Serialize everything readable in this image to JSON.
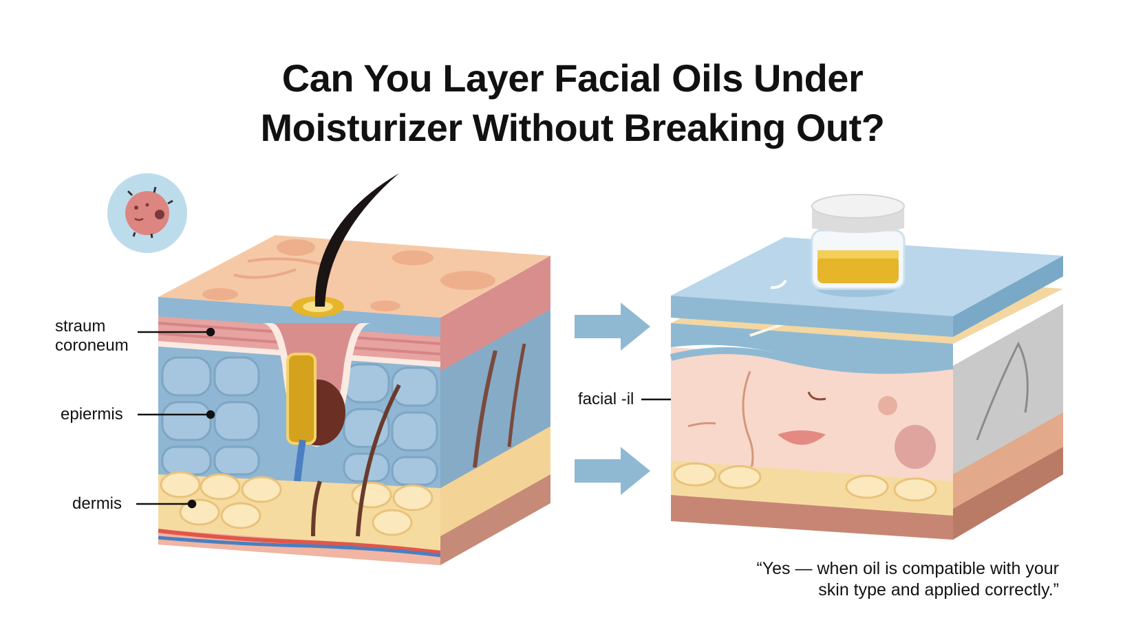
{
  "title": {
    "line1": "Can You Layer Facial Oils Under",
    "line2": "Moisturizer Without Breaking Out?"
  },
  "left_labels": {
    "stratum_line1": "straum",
    "stratum_line2": "coroneum",
    "epidermis": "epiermis",
    "dermis": "dermis"
  },
  "right_labels": {
    "facial_oil": "facial -il"
  },
  "quote": {
    "line1": "“Yes — when oil is compatible with your",
    "line2": "skin type and applied correctly.”"
  },
  "colors": {
    "skin_top": "#f5c9a6",
    "stratum_pink": "#e79a9a",
    "epidermis_blue": "#8fb6d2",
    "fat_yellow": "#f6dba0",
    "arrow_blue": "#8fb9d3",
    "oil_gold": "#e6b52a",
    "moisturizer_blue": "#b9d6ea"
  },
  "icons": [
    "bacteria-icon",
    "arrow-right-icon",
    "oil-jar-icon"
  ]
}
